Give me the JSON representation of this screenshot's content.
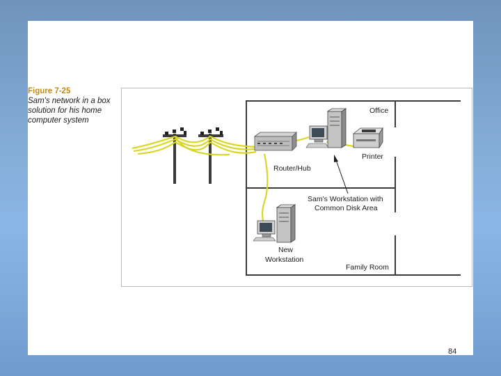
{
  "caption": {
    "figure_label": "Figure 7-25",
    "text": "Sam's network in a box solution for his home computer system"
  },
  "diagram": {
    "labels": {
      "office": "Office",
      "printer": "Printer",
      "router_hub": "Router/Hub",
      "workstation_line1": "Sam's Workstation with",
      "workstation_line2": "Common Disk Area",
      "new_ws_line1": "New",
      "new_ws_line2": "Workstation",
      "family_room": "Family Room"
    },
    "cable_color": "#d9d626"
  },
  "page_number": "84"
}
